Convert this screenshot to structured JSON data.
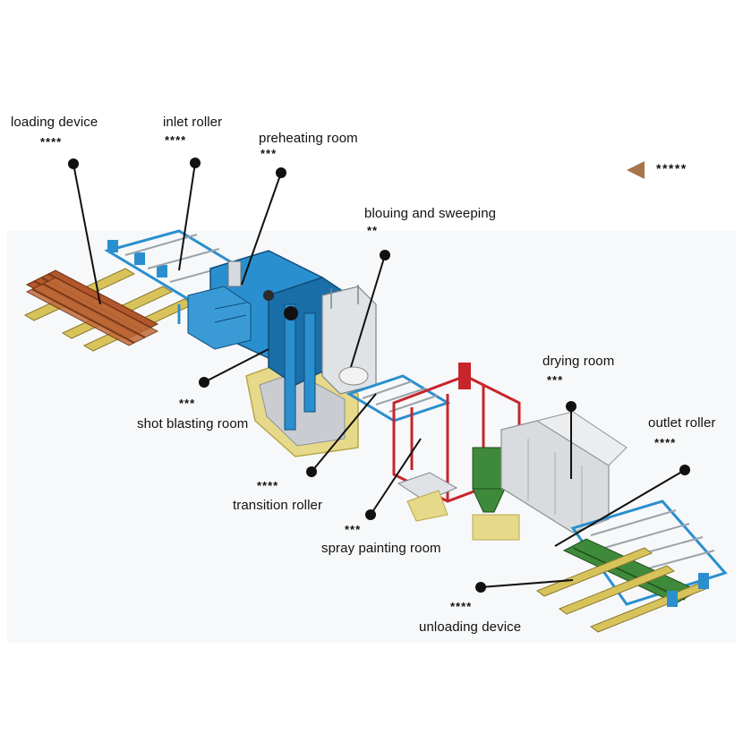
{
  "colors": {
    "blue": "#2a8fce",
    "blue_dark": "#1b6fa8",
    "red": "#c8242b",
    "green": "#3f8a3a",
    "yellow": "#d8c25a",
    "brown": "#b2572c",
    "grey": "#c9ccd0",
    "legend_marker": "#a8744a"
  },
  "legend": {
    "stars": "*****"
  },
  "labels": [
    {
      "id": "loading-device",
      "name": "loading device",
      "stars": "****"
    },
    {
      "id": "inlet-roller",
      "name": "inlet roller",
      "stars": "****"
    },
    {
      "id": "preheating-room",
      "name": "preheating room",
      "stars": "***"
    },
    {
      "id": "blouing-and-sweeping",
      "name": "blouing and sweeping",
      "stars": "**"
    },
    {
      "id": "shot-blasting-room",
      "name": "shot blasting room",
      "stars": "***"
    },
    {
      "id": "transition-roller",
      "name": "transition roller",
      "stars": "****"
    },
    {
      "id": "drying-room",
      "name": "drying room",
      "stars": "***"
    },
    {
      "id": "outlet-roller",
      "name": "outlet roller",
      "stars": "****"
    },
    {
      "id": "spray-painting-room",
      "name": "spray painting room",
      "stars": "***"
    },
    {
      "id": "unloading-device",
      "name": "unloading device",
      "stars": "****"
    }
  ]
}
